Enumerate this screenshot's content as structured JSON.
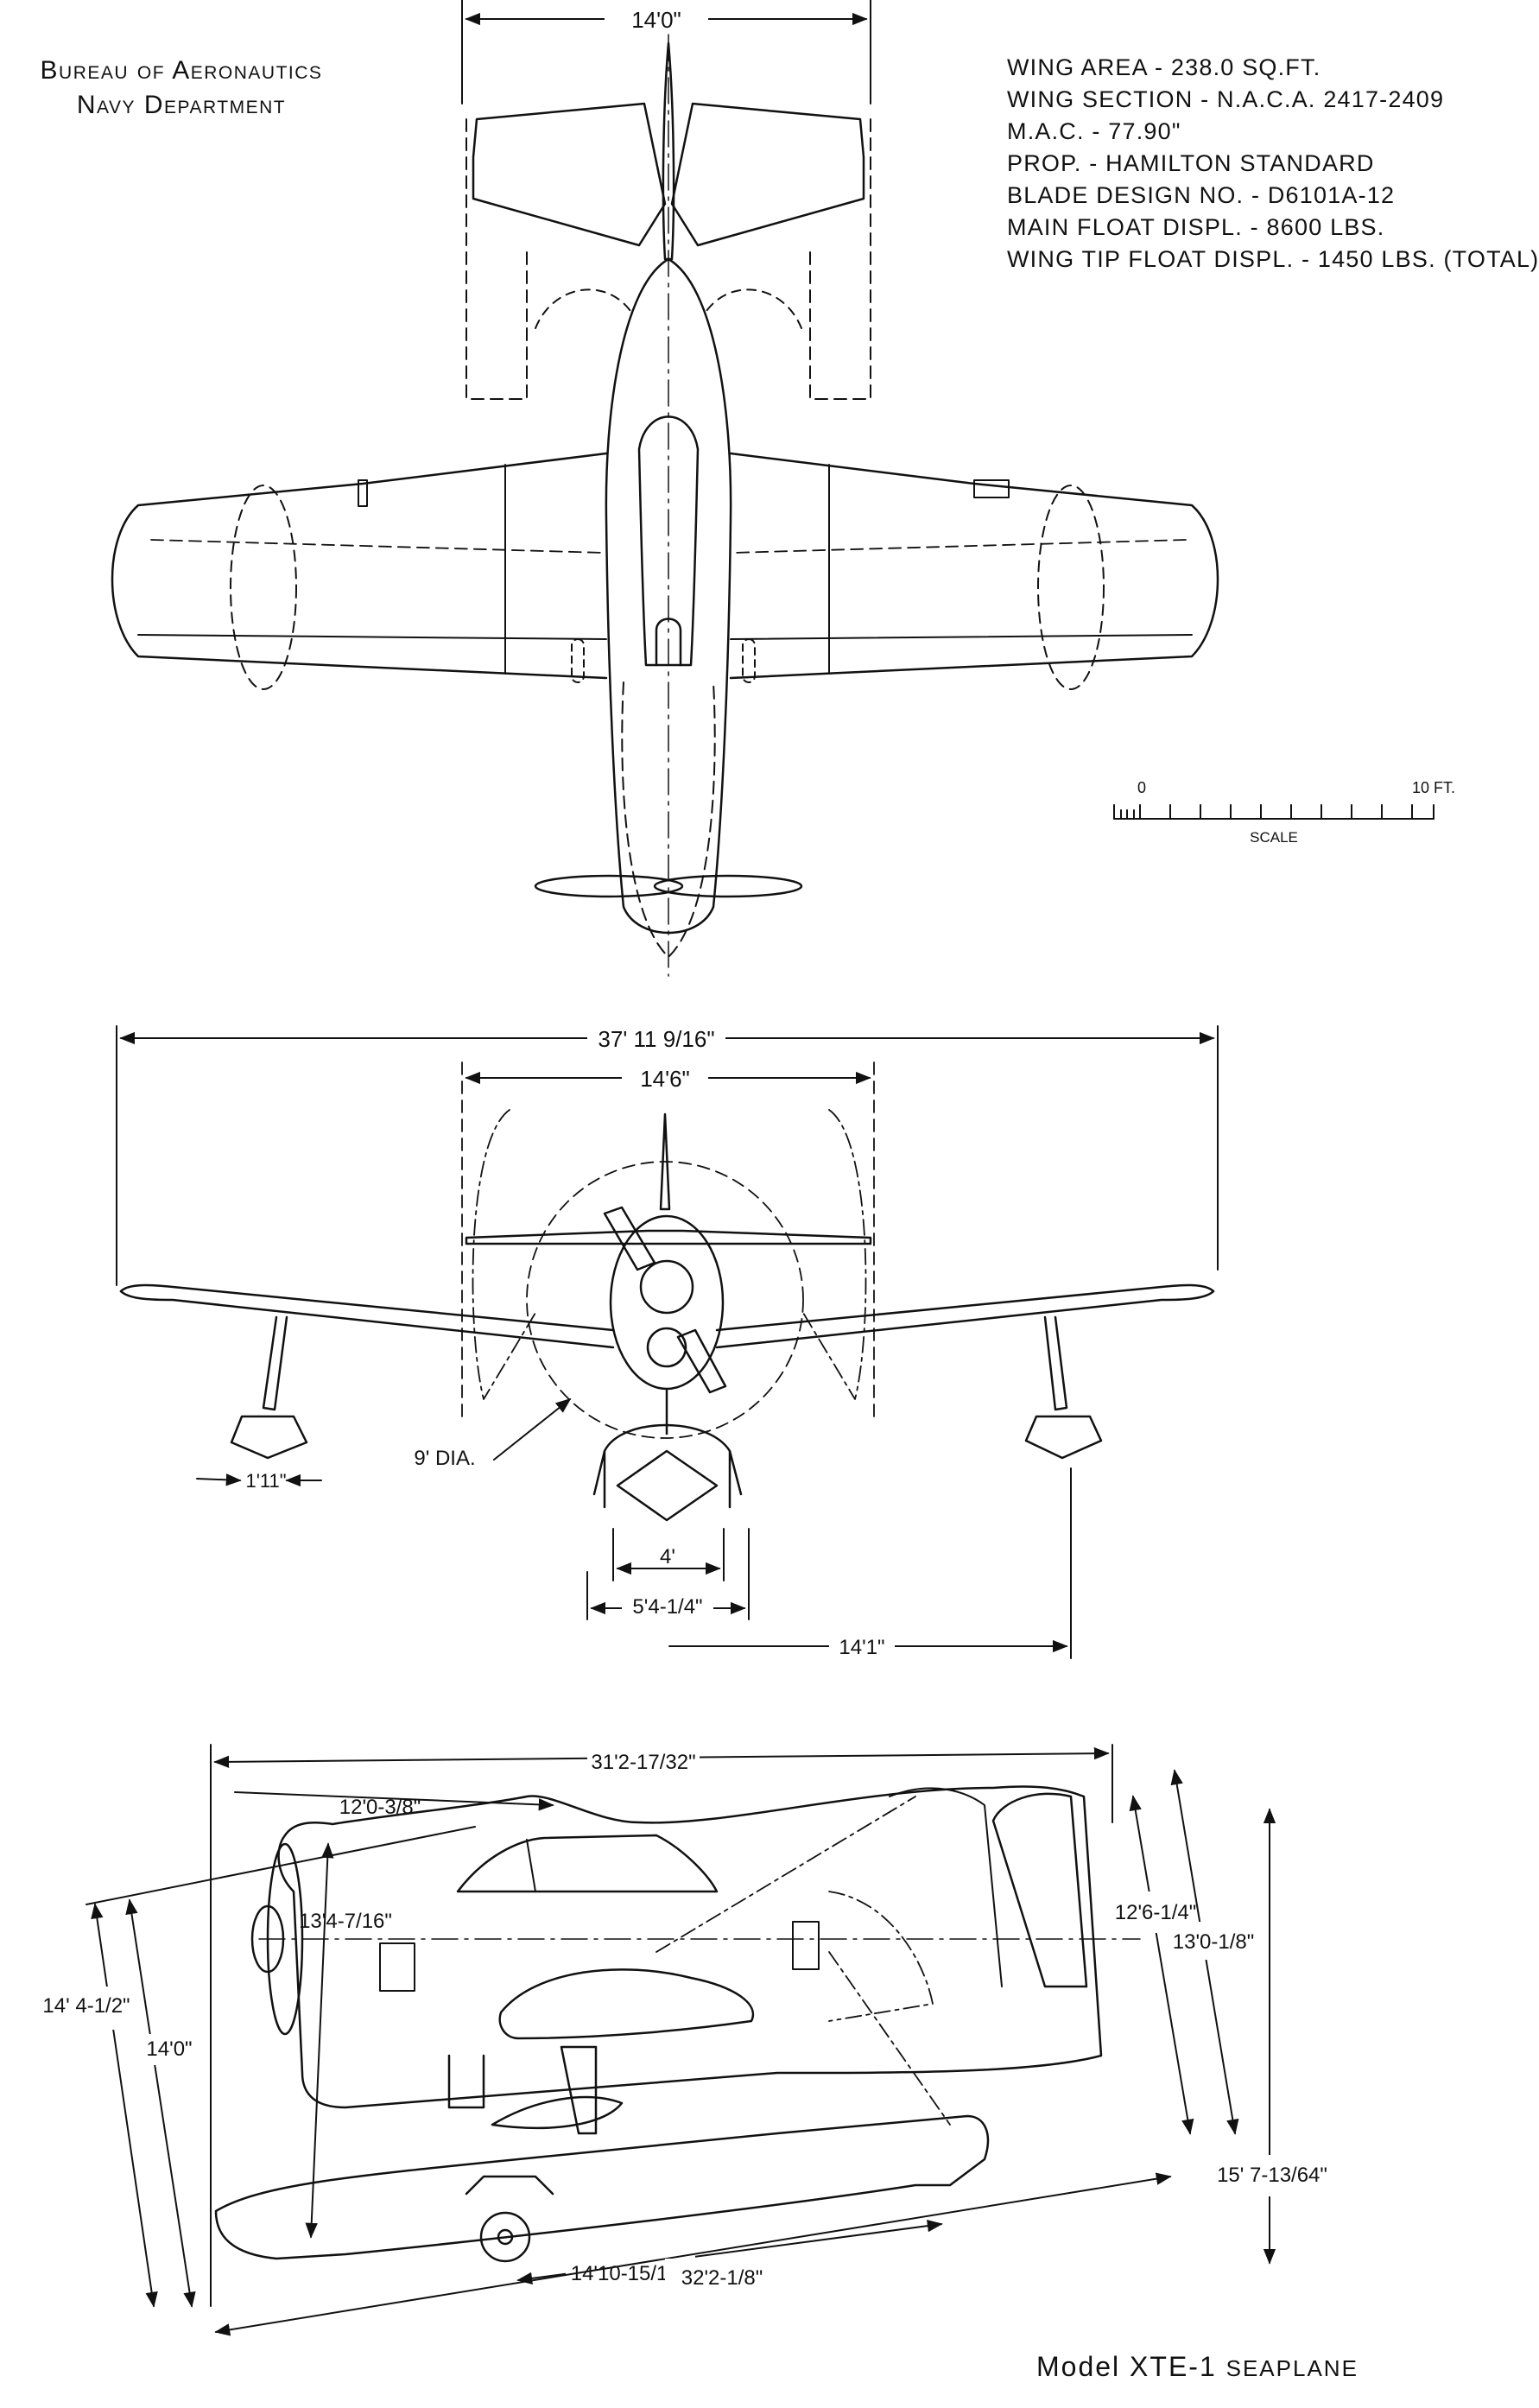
{
  "header": {
    "line1": "Bureau of Aeronautics",
    "line2": "Navy Department"
  },
  "specs": [
    "WING AREA - 238.0 SQ.FT.",
    "WING SECTION - N.A.C.A. 2417-2409",
    "M.A.C. - 77.90\"",
    "PROP. - HAMILTON STANDARD",
    "BLADE DESIGN NO. - D6101A-12",
    "MAIN FLOAT DISPL. - 8600 LBS.",
    "WING TIP FLOAT DISPL. - 1450 LBS. (TOTAL)"
  ],
  "scale": {
    "zero": "0",
    "max": "10 FT.",
    "label": "SCALE"
  },
  "dimensions": {
    "top_tail_span": "14'0\"",
    "front_span": "37' 11 9/16\"",
    "front_tail_span": "14'6\"",
    "prop_dia": "9' DIA.",
    "tip_float_width": "1'11\"",
    "float_gap": "4'",
    "float_beam": "5'4-1/4\"",
    "float_half_track": "14'1\"",
    "side_length": "31'2-17/32\"",
    "side_upper_len": "12'0-3/8\"",
    "side_prop_height": "13'4-7/16\"",
    "side_left_height": "14' 4-1/2\"",
    "side_left_height2": "14'0\"",
    "side_right_height1": "12'6-1/4\"",
    "side_right_height2": "13'0-1/8\"",
    "side_total_height": "15' 7-13/64\"",
    "float_step": "14'10-15/16\"",
    "float_length": "32'2-1/8\""
  },
  "caption": {
    "model": "Model XTE-1",
    "type": "seaplane"
  }
}
